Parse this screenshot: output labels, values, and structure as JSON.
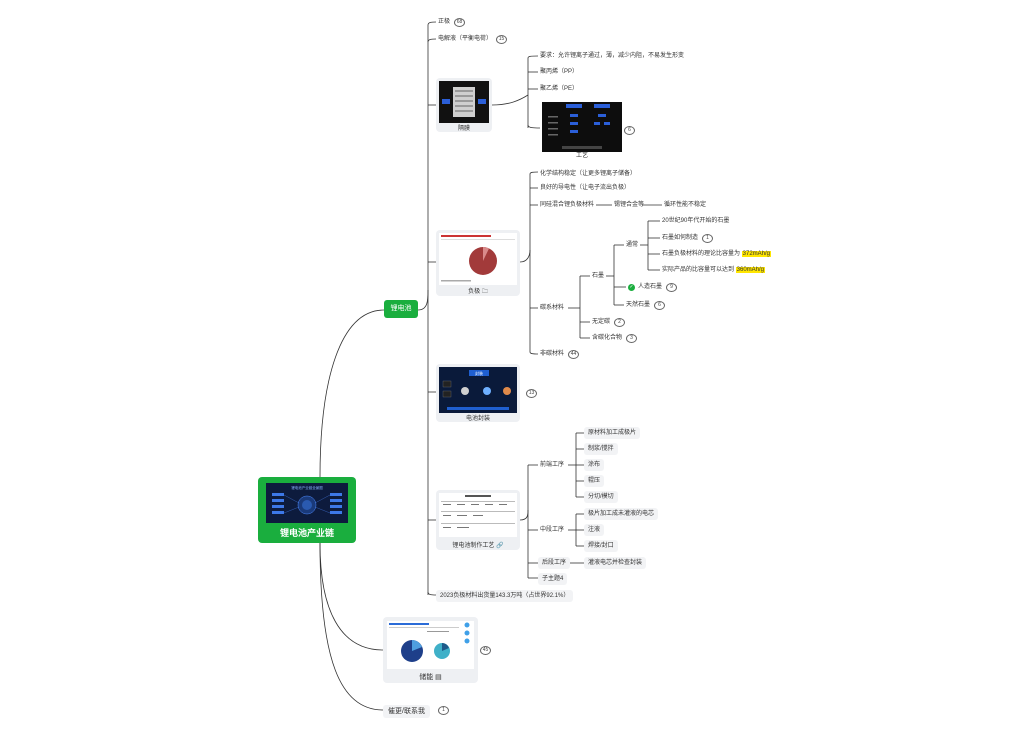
{
  "root": {
    "label": "锂电池产业链",
    "image_title": "锂电池产业链全景图"
  },
  "li_battery": {
    "label": "锂电池"
  },
  "branch_items": {
    "positive": {
      "label": "正极",
      "count": "68"
    },
    "electrolyte": {
      "label": "电解液（平衡电荷）",
      "count": "15"
    },
    "separator": {
      "caption": "隔膜",
      "children": [
        "要求：允许锂离子通过，薄，减少内阻，不易发生形变",
        "聚丙烯（PP）",
        "聚乙烯（PE）"
      ],
      "process": {
        "caption": "工艺",
        "count": "6"
      }
    },
    "negative": {
      "caption": "负极",
      "items": [
        "化学结构稳定（让更多锂离子储备）",
        "良好的导电性（让电子流出负极）"
      ],
      "alloy": {
        "label": "同硅混合锂负极材料",
        "child": "锡锂合金等",
        "grandchild": "循环性能不稳定"
      },
      "carbon": {
        "label": "碳系材料",
        "graphite": {
          "label": "石墨",
          "general": {
            "label": "通常",
            "children": [
              {
                "text": "20世纪90年代开始的石墨"
              },
              {
                "text": "石墨如何制造",
                "count": "1"
              },
              {
                "text": "石墨负极材料的理论比容量为 ",
                "hl": "372mAh/g"
              },
              {
                "text": "实际产品的比容量可以达到 ",
                "hl": "360mAh/g"
              }
            ]
          },
          "artificial": {
            "label": "人造石墨",
            "count": "9"
          },
          "natural": {
            "label": "天然石墨",
            "count": "6"
          }
        },
        "amorphous": {
          "label": "无定碳",
          "count": "2"
        },
        "carbon_compound": {
          "label": "含碳化合物",
          "count": "3"
        }
      },
      "non_carbon": {
        "label": "非碳材料",
        "count": "44"
      }
    },
    "packaging": {
      "caption": "电池封装",
      "count": "13",
      "image_title": "封装"
    },
    "process": {
      "caption": "锂电池制作工艺",
      "front": {
        "label": "前端工序",
        "children": [
          "原材料加工成极片",
          "制浆/搅拌",
          "涂布",
          "辊压",
          "分切/模切"
        ]
      },
      "middle": {
        "label": "中段工序",
        "children": [
          "极片加工成未灌液的电芯",
          "注液",
          "焊接/封口"
        ]
      },
      "back": {
        "label": "后段工序",
        "child": "灌液电芯并检查封装"
      },
      "topic": {
        "label": "子主题4"
      }
    },
    "output": {
      "label": "2023负极材料出货量143.3万吨（占世界92.1%）"
    }
  },
  "storage": {
    "caption": "储能",
    "count": "45"
  },
  "feedback": {
    "label": "催更/联系我",
    "count": "1"
  },
  "colors": {
    "green": "#1aae3e",
    "highlight": "#ffe600",
    "pill": "#f2f3f5",
    "line": "#333333"
  }
}
